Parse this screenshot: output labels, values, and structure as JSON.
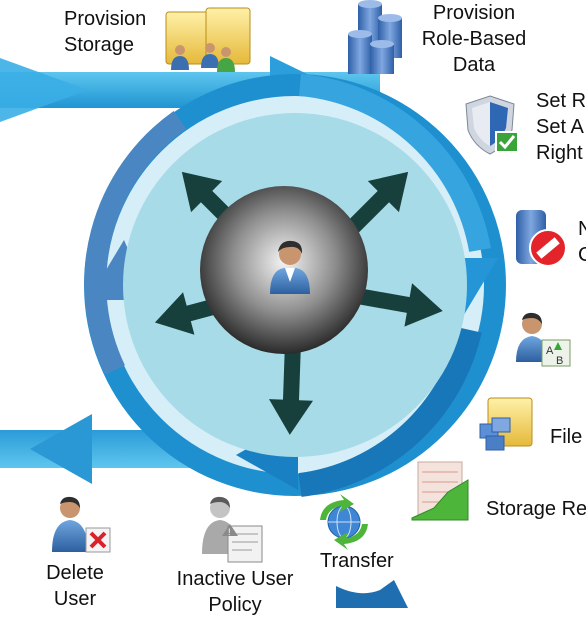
{
  "center": {
    "icon": "user-icon"
  },
  "items": {
    "provision_storage": {
      "line1": "Provision",
      "line2": "Storage",
      "icon": "user-folders-icon"
    },
    "provision_rbd": {
      "line1": "Provision",
      "line2": "Role-Based",
      "line3": "Data",
      "icon": "database-icon"
    },
    "set_rights": {
      "line1": "Set R",
      "line2": "Set A",
      "line3": "Right",
      "icon": "security-shield-icon"
    },
    "no_access": {
      "line1": "N",
      "line2": "C",
      "icon": "database-blocked-icon"
    },
    "rename_user": {
      "icon": "user-rename-icon"
    },
    "file": {
      "label": "File",
      "icon": "folder-files-icon"
    },
    "storage_reports": {
      "label": "Storage Re",
      "icon": "storage-report-chart-icon"
    },
    "transfer": {
      "label": "Transfer",
      "icon": "transfer-globe-icon"
    },
    "inactive_policy": {
      "line1": "Inactive User",
      "line2": "Policy",
      "icon": "inactive-user-policy-icon"
    },
    "delete_user": {
      "line1": "Delete",
      "line2": "User",
      "icon": "delete-user-icon"
    }
  }
}
